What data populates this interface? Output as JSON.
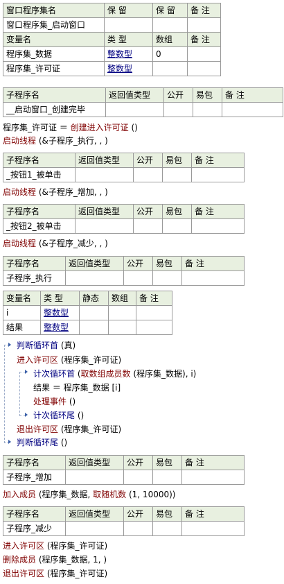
{
  "assembly_table": {
    "header": [
      "窗口程序集名",
      "保 留",
      "保 留",
      "备 注"
    ],
    "row": [
      "窗口程序集_启动窗口",
      "",
      "",
      ""
    ]
  },
  "variable_table": {
    "header": [
      "变量名",
      "类 型",
      "数组",
      "备 注"
    ],
    "rows": [
      [
        "程序集_数据",
        "整数型",
        "0",
        ""
      ],
      [
        "程序集_许可证",
        "整数型",
        "",
        ""
      ]
    ]
  },
  "sub_header": [
    "子程序名",
    "返回值类型",
    "公开",
    "易包",
    "备 注"
  ],
  "subs": [
    {
      "name": "__启动窗口_创建完毕",
      "lines": [
        {
          "a": "程序集_许可证 ＝ ",
          "cmd": "创建进入许可证",
          "b": " ()"
        },
        {
          "a": "",
          "cmd": "启动线程",
          "b": " (&子程序_执行, , )"
        }
      ]
    },
    {
      "name": "_按钮1_被单击",
      "lines": [
        {
          "a": "",
          "cmd": "启动线程",
          "b": " (&子程序_增加, , )"
        }
      ]
    },
    {
      "name": "_按钮2_被单击",
      "lines": [
        {
          "a": "",
          "cmd": "启动线程",
          "b": " (&子程序_减少, , )"
        }
      ]
    },
    {
      "name": "子程序_执行",
      "locals_header": [
        "变量名",
        "类 型",
        "静态",
        "数组",
        "备 注"
      ],
      "locals": [
        [
          "i",
          "整数型",
          "",
          "",
          ""
        ],
        [
          "结果",
          "整数型",
          "",
          "",
          ""
        ]
      ],
      "code": [
        {
          "indent": 0,
          "cmd": "判断循环首",
          "b": " (真)",
          "cls": "blk"
        },
        {
          "indent": 1,
          "cmd": "进入许可区",
          "b": " (程序集_许可证)",
          "cls": "cmd"
        },
        {
          "indent": 2,
          "cmd": "计次循环首",
          "b": " (",
          "cmd2": "取数组成员数",
          "c": " (程序集_数据), i)",
          "cls": "blk"
        },
        {
          "indent": 3,
          "a": "结果 ＝ 程序集_数据 [i]",
          "cls": ""
        },
        {
          "indent": 3,
          "cmd": "处理事件",
          "b": " ()",
          "cls": "cmd"
        },
        {
          "indent": 2,
          "cmd": "计次循环尾",
          "b": " ()",
          "cls": "blk"
        },
        {
          "indent": 1,
          "cmd": "退出许可区",
          "b": " (程序集_许可证)",
          "cls": "cmd"
        },
        {
          "indent": 0,
          "cmd": "判断循环尾",
          "b": " ()",
          "cls": "blk"
        }
      ]
    },
    {
      "name": "子程序_增加",
      "lines": [
        {
          "a": "",
          "cmd": "加入成员",
          "b": " (程序集_数据, ",
          "cmd2": "取随机数",
          "c": " (1, 10000))"
        }
      ]
    },
    {
      "name": "子程序_减少",
      "lines": [
        {
          "a": "",
          "cmd": "进入许可区",
          "b": " (程序集_许可证)"
        },
        {
          "a": "",
          "cmd": "删除成员",
          "b": " (程序集_数据, 1, )"
        },
        {
          "a": "",
          "cmd": "退出许可区",
          "b": " (程序集_许可证)"
        }
      ]
    }
  ],
  "colors": {
    "header_bg": "#e8f0e0",
    "border": "#9a9a9a",
    "command": "#800000",
    "block": "#000080",
    "type": "#000080"
  }
}
